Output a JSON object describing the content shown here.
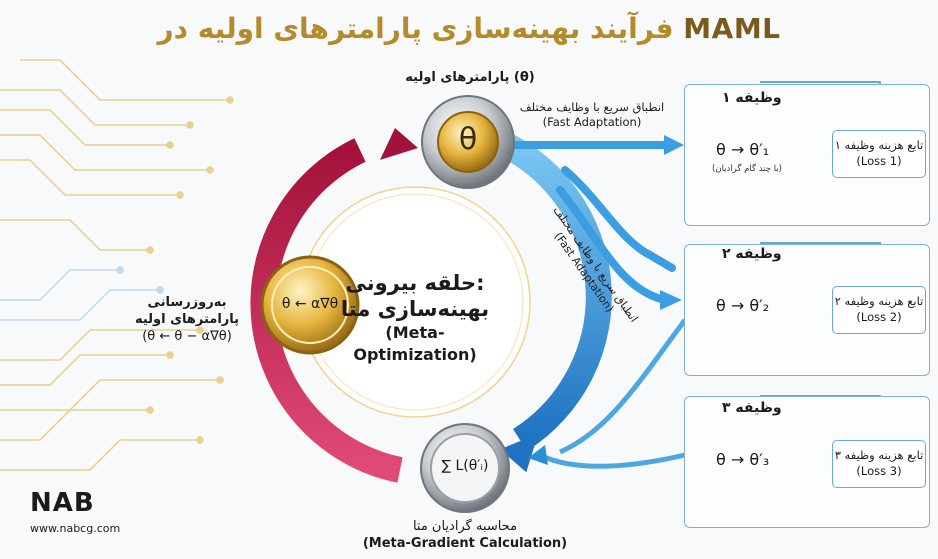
{
  "title": {
    "part1": "فرآیند بهینه‌سازی پارامترهای اولیه در",
    "part2": "MAML"
  },
  "center": {
    "line1": "حلقه بیرونی:",
    "line2": "بهینه‌سازی متا",
    "line3": "(Meta-Optimization)"
  },
  "nodes": {
    "theta": {
      "symbol": "θ",
      "label": "پارامترهای اولیه (θ)"
    },
    "update": {
      "symbol": "θ ← α∇θ",
      "label_fa": "به‌روزرسانی پارامترهای اولیه",
      "label_formula": "(θ ← θ − α∇θ)"
    },
    "metagrad": {
      "symbol": "∑ L(θ′ᵢ)",
      "label_fa": "محاسبه گرادیان متا",
      "label_en": "(Meta-Gradient Calculation)"
    }
  },
  "fast_adaptation": {
    "fa": "انطباق سریع با وظایف مختلف",
    "en": "(Fast Adaptation)"
  },
  "tasks": [
    {
      "title": "وظیفه ۱",
      "update": "θ → θ′₁",
      "note": "(با چند گام گرادیان)",
      "loss_fa": "تابع هزینه وظیفه ۱",
      "loss_en": "(Loss 1)"
    },
    {
      "title": "وظیفه ۲",
      "update": "θ → θ′₂",
      "loss_fa": "تابع هزینه وظیفه ۲",
      "loss_en": "(Loss 2)"
    },
    {
      "title": "وظیفه ۳",
      "update": "θ → θ′₃",
      "loss_fa": "تابع هزینه وظیفه ۳",
      "loss_en": "(Loss 3)"
    }
  ],
  "brand": {
    "logo": "NAB",
    "url": "www.nabcg.com"
  },
  "colors": {
    "gold": "#d9a62e",
    "blue": "#2b8fd6",
    "red": "#c81e4a",
    "silver": "#a9adb3"
  }
}
